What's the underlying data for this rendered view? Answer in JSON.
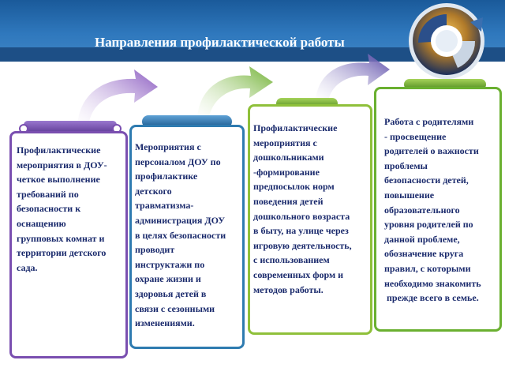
{
  "header": {
    "title": "Направления профилактической работы"
  },
  "colors": {
    "header_blue": "#2f78bd",
    "purple": "#7a4fb0",
    "blue": "#2e7bb0",
    "green": "#8fc03a",
    "text": "#1a2a6c"
  },
  "logo": {
    "icon": "photo-collage-globe-icon"
  },
  "cards": [
    {
      "lines": [
        "Профилактические",
        "мероприятия в ДОУ-",
        "четкое выполнение",
        "требований по",
        "безопасности к",
        "оснащению",
        "групповых комнат и",
        "территории детского",
        "сада."
      ]
    },
    {
      "lines": [
        "Мероприятия  с",
        "персоналом ДОУ по",
        "профилактике",
        "детского",
        "травматизма-",
        "администрация ДОУ",
        "в целях безопасности",
        "проводит",
        "инструктажи по",
        "охране жизни и",
        "здоровья детей в",
        "связи с сезонными",
        "изменениями."
      ]
    },
    {
      "lines": [
        "Профилактические",
        "мероприятия с",
        "дошкольниками",
        "-формирование",
        "предпосылок норм",
        "поведения детей",
        "дошкольного возраста",
        "в быту, на улице через",
        "игровую деятельность,",
        "с использованием",
        "современных форм и",
        "методов работы."
      ]
    },
    {
      "lines": [
        "Работа с родителями",
        "- просвещение",
        "родителей о важности",
        "проблемы",
        "безопасности детей,",
        "повышение",
        "образовательного",
        "уровня родителей по",
        "данной проблеме,",
        "обозначение  круга",
        "правил, с которыми",
        "необходимо знакомить",
        " прежде всего в семье."
      ]
    }
  ]
}
